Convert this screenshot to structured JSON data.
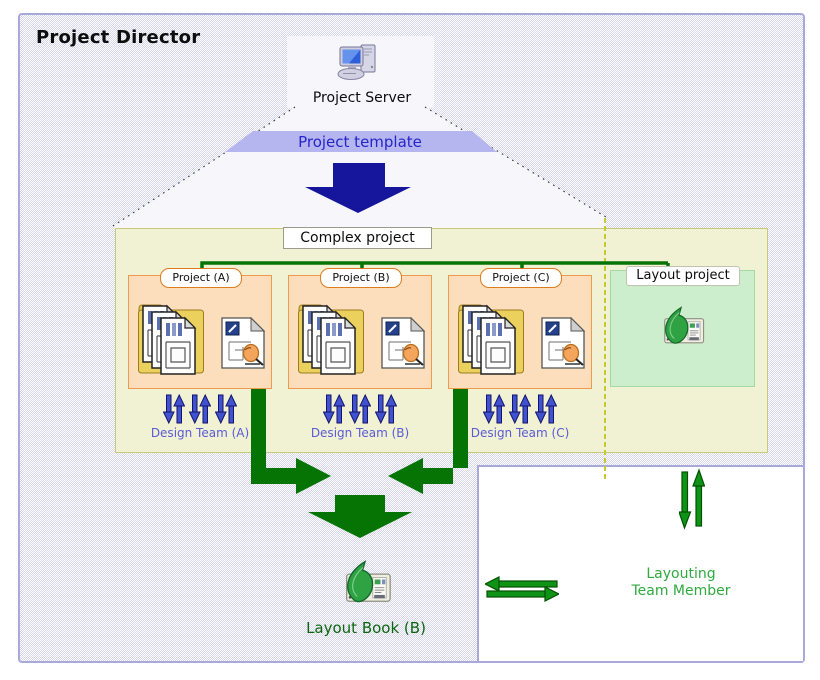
{
  "title": "Project Director",
  "server": {
    "label": "Project Server"
  },
  "template_band": {
    "label": "Project template"
  },
  "complex_project": {
    "label": "Complex project"
  },
  "projects": [
    {
      "label": "Project (A)",
      "team": "Design Team (A)"
    },
    {
      "label": "Project (B)",
      "team": "Design Team (B)"
    },
    {
      "label": "Project (C)",
      "team": "Design Team (C)"
    }
  ],
  "layout_project": {
    "label": "Layout project"
  },
  "layout_book": {
    "label": "Layout Book (B)"
  },
  "layouting_member": {
    "line1": "Layouting",
    "line2": "Team Member"
  },
  "colors": {
    "panel_border": "#a8a8da",
    "panel_fill": "#e9e9f4",
    "template_fill": "#b5b5ef",
    "navy_arrow": "#16169c",
    "complex_fill": "#f1f1d3",
    "project_fill": "#fcdebd",
    "project_border": "#ef9b4e",
    "layout_fill": "#cdeecd",
    "green_arrow": "#057405",
    "team_text": "#5a5ad8",
    "member_text": "#2faa3f",
    "book_text": "#0b660b",
    "divider_yellow": "#c9c92e"
  }
}
